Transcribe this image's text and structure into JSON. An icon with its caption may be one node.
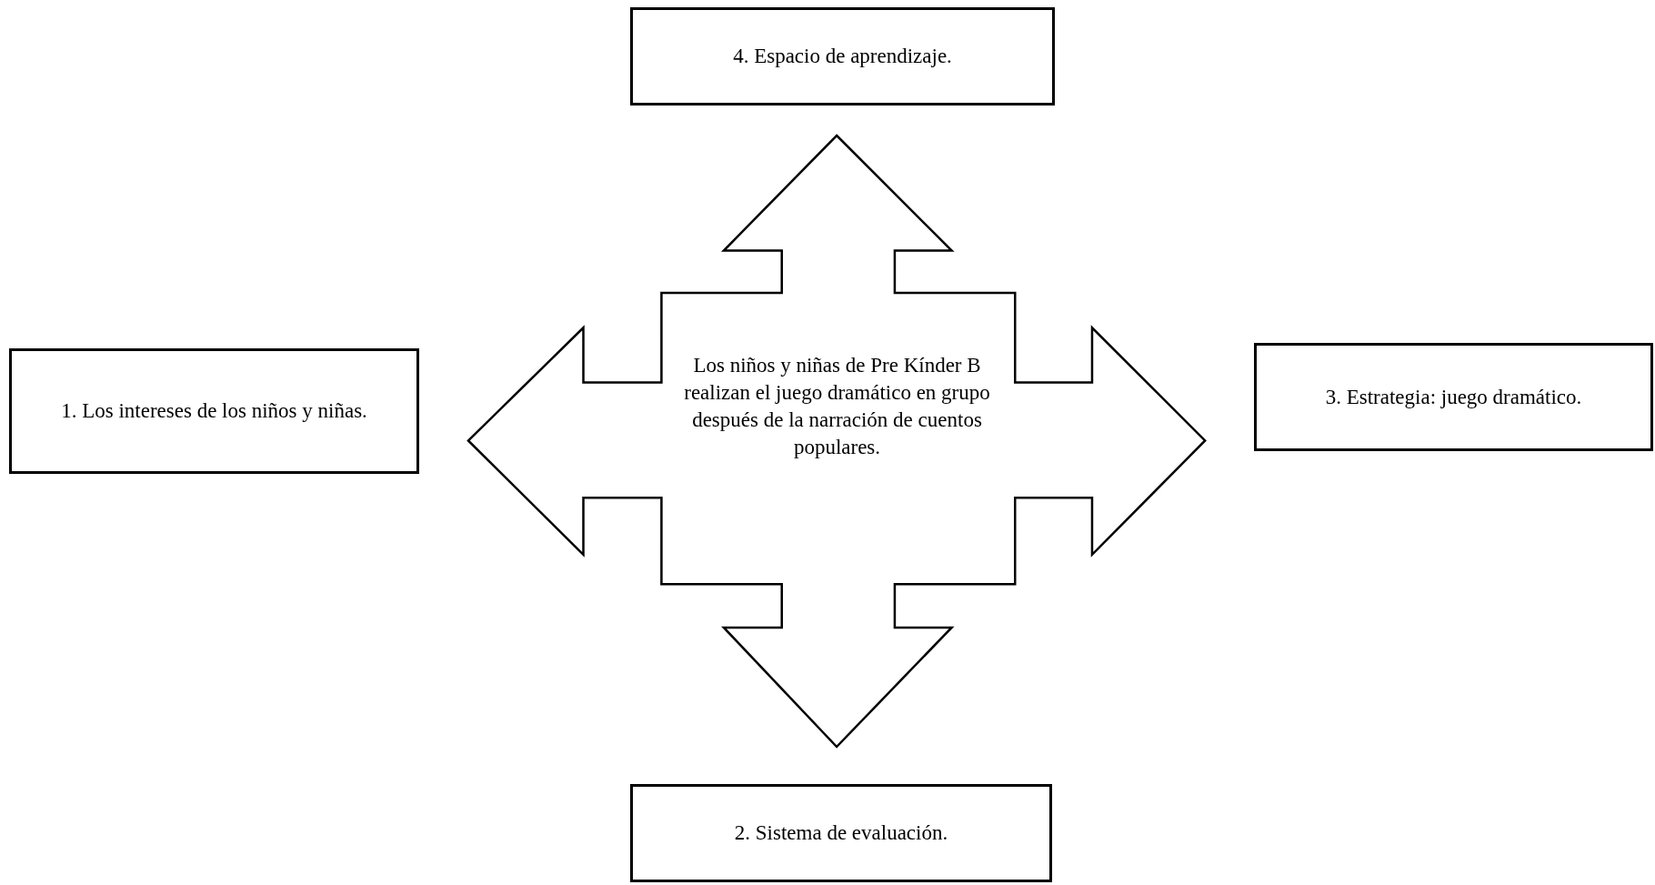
{
  "diagram": {
    "nodes": [
      {
        "text": [
          "4. Espacio de aprendizaje."
        ]
      },
      {
        "text": [
          "1. Los intereses de los niños y niñas."
        ]
      },
      {
        "text": [
          "Los niños y niñas de Pre Kínder B realizan el juego dramático en grupo después de la narración de cuentos populares."
        ]
      },
      {
        "text": [
          "3. Estrategia: juego dramático."
        ]
      },
      {
        "text": [
          "2. Sistema de evaluación."
        ]
      }
    ]
  }
}
